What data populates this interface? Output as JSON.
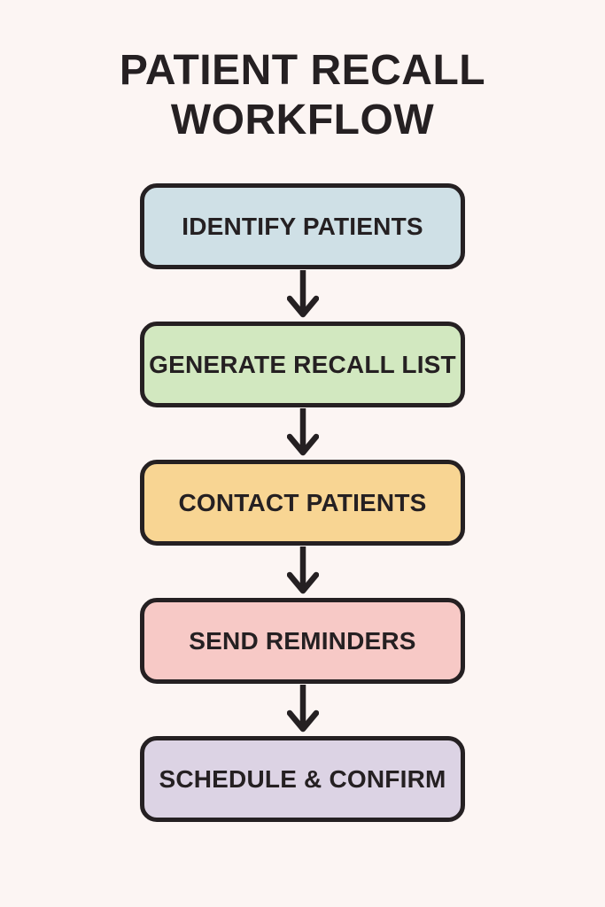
{
  "page": {
    "background_color": "#fcf5f3",
    "ink_color": "#252022",
    "title_line1": "PATIENT RECALL",
    "title_line2": "WORKFLOW"
  },
  "workflow": {
    "arrow_icon": "arrow-down",
    "steps": [
      {
        "label": "IDENTIFY PATIENTS",
        "fill_color": "#cfe0e6"
      },
      {
        "label": "GENERATE RECALL LIST",
        "fill_color": "#d2e8c0"
      },
      {
        "label": "CONTACT PATIENTS",
        "fill_color": "#f8d593"
      },
      {
        "label": "SEND REMINDERS",
        "fill_color": "#f7c9c6"
      },
      {
        "label": "SCHEDULE & CONFIRM",
        "fill_color": "#dcd3e4"
      }
    ]
  }
}
